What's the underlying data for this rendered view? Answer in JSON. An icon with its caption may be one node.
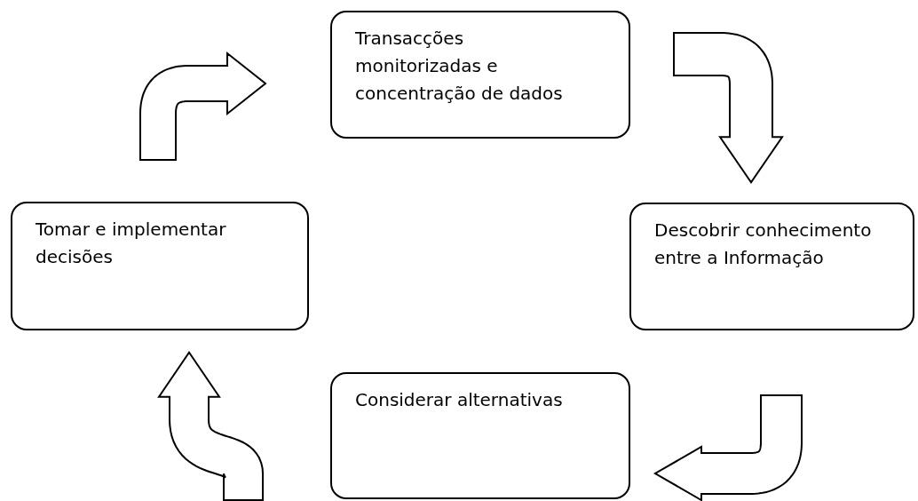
{
  "diagram": {
    "nodes": [
      {
        "text": [
          "Transacções monitorizadas e concentração de dados"
        ]
      },
      {
        "text": [
          "Descobrir conhecimento entre a Informação"
        ]
      },
      {
        "text": [
          "Considerar alternativas"
        ]
      },
      {
        "text": [
          "Tomar e implementar decisões"
        ]
      }
    ],
    "edges": [
      {
        "from": 3,
        "to": 0,
        "arrow": "to"
      },
      {
        "from": 0,
        "to": 1,
        "arrow": "to"
      },
      {
        "from": 1,
        "to": 2,
        "arrow": "to"
      },
      {
        "from": 2,
        "to": 3,
        "arrow": "to"
      }
    ]
  }
}
